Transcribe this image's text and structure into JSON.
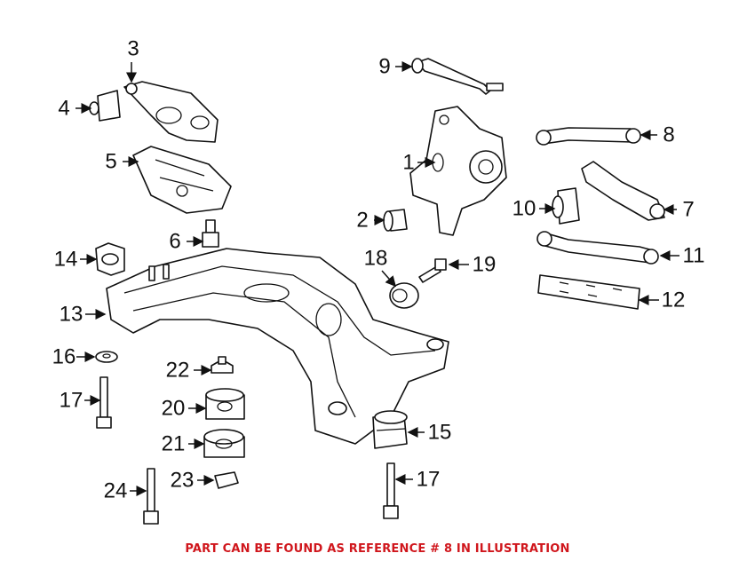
{
  "callouts": [
    "1",
    "2",
    "3",
    "4",
    "5",
    "6",
    "7",
    "8",
    "9",
    "10",
    "11",
    "12",
    "13",
    "14",
    "15",
    "16",
    "17",
    "18",
    "19",
    "20",
    "21",
    "22",
    "23",
    "24",
    "17"
  ],
  "caption": "PART CAN BE FOUND AS REFERENCE # 8 IN ILLUSTRATION",
  "colors": {
    "caption": "#d0161c",
    "lines": "#111111"
  }
}
